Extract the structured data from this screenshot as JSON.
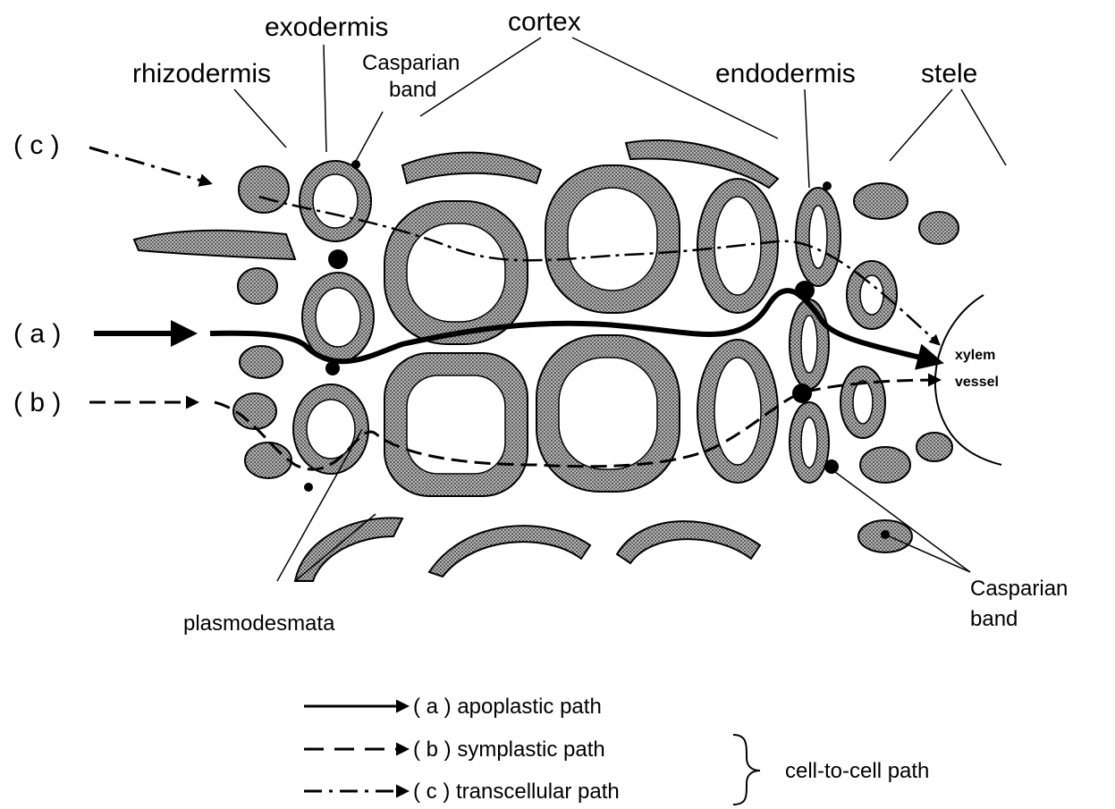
{
  "labels": {
    "rhizodermis": "rhizodermis",
    "exodermis": "exodermis",
    "casparian_band_top_1": "Casparian",
    "casparian_band_top_2": "band",
    "cortex": "cortex",
    "endodermis": "endodermis",
    "stele": "stele",
    "path_c_marker": "( c )",
    "path_a_marker": "( a )",
    "path_b_marker": "( b )",
    "xylem_1": "xylem",
    "xylem_2": "vessel",
    "plasmodesmata": "plasmodesmata",
    "casparian_band_right_1": "Casparian",
    "casparian_band_right_2": "band"
  },
  "legend": {
    "a": "( a ) apoplastic path",
    "b": "( b ) symplastic path",
    "c": "( c ) transcellular path",
    "group": "cell-to-cell path"
  },
  "colors": {
    "ink": "#000000",
    "cell_wall_fill": "#8a8a8a",
    "background": "#ffffff"
  }
}
